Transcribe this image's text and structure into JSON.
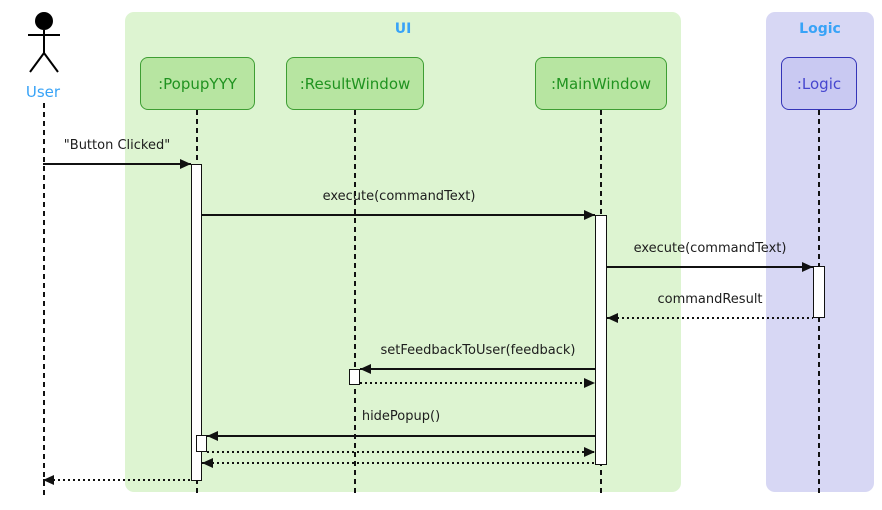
{
  "diagram": {
    "kind": "UML sequence diagram",
    "frames": [
      {
        "label": "UI",
        "fill": "#ddf4d1",
        "title_color": "#38a3f7"
      },
      {
        "label": "Logic",
        "fill": "#d7d7f4",
        "title_color": "#38a3f7"
      }
    ],
    "actor": {
      "label": "User",
      "label_color": "#38a3f7"
    },
    "participants": [
      {
        "label": ":PopupYYY",
        "frame": "UI",
        "fill": "#b7e5a1",
        "border": "#3e9e33",
        "text_color": "#209320"
      },
      {
        "label": ":ResultWindow",
        "frame": "UI",
        "fill": "#b7e5a1",
        "border": "#3e9e33",
        "text_color": "#209320"
      },
      {
        "label": ":MainWindow",
        "frame": "UI",
        "fill": "#b7e5a1",
        "border": "#3e9e33",
        "text_color": "#209320"
      },
      {
        "label": ":Logic",
        "frame": "Logic",
        "fill": "#c9c9f2",
        "border": "#3434b8",
        "text_color": "#4646cf"
      }
    ],
    "messages": [
      {
        "label": "\"Button Clicked\"",
        "from": "User",
        "to": ":PopupYYY",
        "style": "solid"
      },
      {
        "label": "execute(commandText)",
        "from": ":PopupYYY",
        "to": ":MainWindow",
        "style": "solid"
      },
      {
        "label": "execute(commandText)",
        "from": ":MainWindow",
        "to": ":Logic",
        "style": "solid"
      },
      {
        "label": "commandResult",
        "from": ":Logic",
        "to": ":MainWindow",
        "style": "dashed"
      },
      {
        "label": "setFeedbackToUser(feedback)",
        "from": ":MainWindow",
        "to": ":ResultWindow",
        "style": "solid"
      },
      {
        "label": "",
        "from": ":ResultWindow",
        "to": ":MainWindow",
        "style": "dashed"
      },
      {
        "label": "hidePopup()",
        "from": ":MainWindow",
        "to": ":PopupYYY",
        "style": "solid"
      },
      {
        "label": "",
        "from": ":PopupYYY",
        "to": ":MainWindow",
        "style": "dashed"
      },
      {
        "label": "",
        "from": ":MainWindow",
        "to": ":PopupYYY",
        "style": "dashed"
      },
      {
        "label": "",
        "from": ":PopupYYY",
        "to": "User",
        "style": "dashed"
      }
    ]
  }
}
